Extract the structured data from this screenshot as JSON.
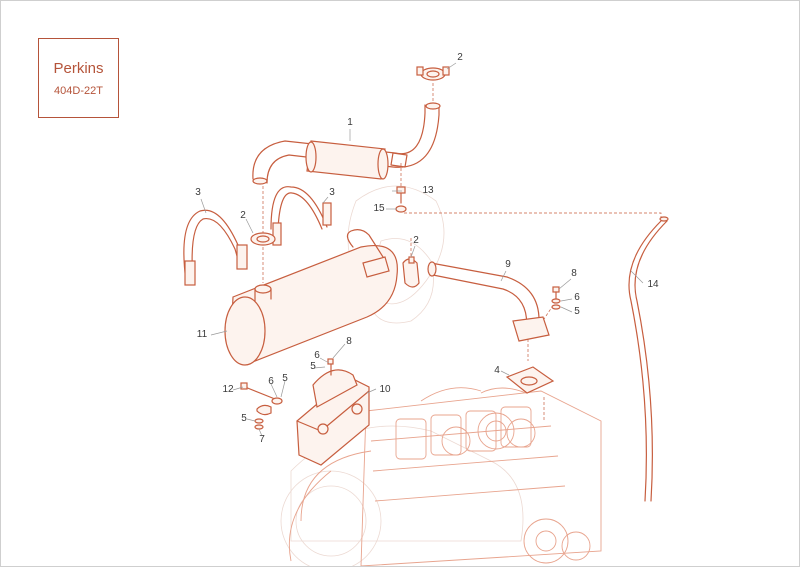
{
  "title_block": {
    "brand": "Perkins",
    "model": "404D-22T"
  },
  "callouts": [
    {
      "id": "c-1",
      "label": "1"
    },
    {
      "id": "c-2a",
      "label": "2"
    },
    {
      "id": "c-2b",
      "label": "2"
    },
    {
      "id": "c-2c",
      "label": "2"
    },
    {
      "id": "c-3a",
      "label": "3"
    },
    {
      "id": "c-3b",
      "label": "3"
    },
    {
      "id": "c-13",
      "label": "13"
    },
    {
      "id": "c-15",
      "label": "15"
    },
    {
      "id": "c-9",
      "label": "9"
    },
    {
      "id": "c-8a",
      "label": "8"
    },
    {
      "id": "c-6a",
      "label": "6"
    },
    {
      "id": "c-5a",
      "label": "5"
    },
    {
      "id": "c-14",
      "label": "14"
    },
    {
      "id": "c-11",
      "label": "11"
    },
    {
      "id": "c-4",
      "label": "4"
    },
    {
      "id": "c-6b",
      "label": "6"
    },
    {
      "id": "c-8b",
      "label": "8"
    },
    {
      "id": "c-5b",
      "label": "5"
    },
    {
      "id": "c-12",
      "label": "12"
    },
    {
      "id": "c-6c",
      "label": "6"
    },
    {
      "id": "c-5c",
      "label": "5"
    },
    {
      "id": "c-10",
      "label": "10"
    },
    {
      "id": "c-5d",
      "label": "5"
    },
    {
      "id": "c-7",
      "label": "7"
    }
  ],
  "colors": {
    "line": "#c75e3f",
    "text": "#3a3a3a",
    "brand": "#b5543a"
  }
}
